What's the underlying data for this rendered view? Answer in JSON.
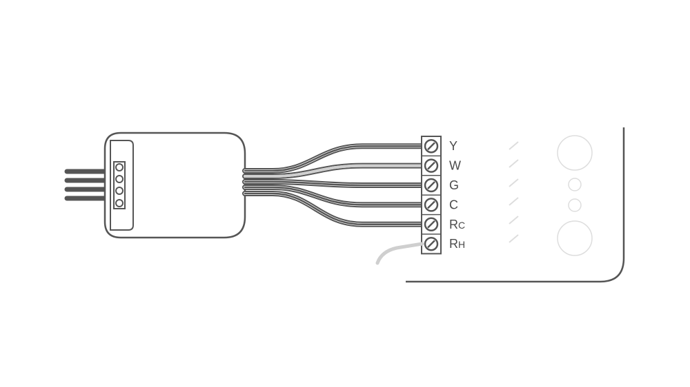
{
  "terminals": [
    {
      "label": "Y",
      "sub": "",
      "wire": "dark"
    },
    {
      "label": "W",
      "sub": "",
      "wire": "light"
    },
    {
      "label": "G",
      "sub": "",
      "wire": "dark"
    },
    {
      "label": "C",
      "sub": "",
      "wire": "dark"
    },
    {
      "label": "R",
      "sub": "C",
      "wire": "dark"
    },
    {
      "label": "R",
      "sub": "H",
      "wire": "light"
    }
  ],
  "colors": {
    "stroke": "#555555",
    "wire_dark": "#555555",
    "wire_light": "#cfcfcf",
    "faint": "#dddddd",
    "background": "#ffffff"
  }
}
